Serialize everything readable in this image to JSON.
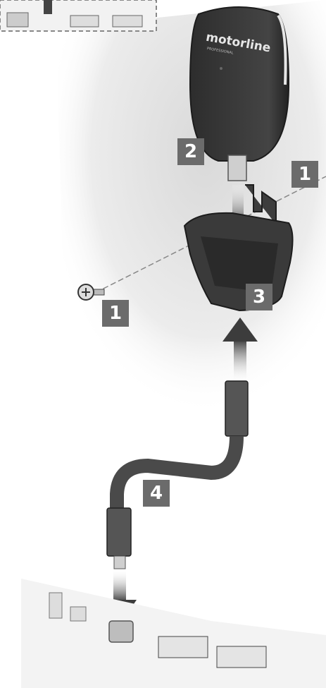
{
  "brand_text": "motorline",
  "brand_subtext": "PROFESSIONAL",
  "step_labels": {
    "step_1_left": "1",
    "step_1_right": "1",
    "step_2": "2",
    "step_3": "3",
    "step_4": "4"
  },
  "colors": {
    "badge": "#6b6b6b",
    "device_body": "#3a3a3a",
    "arrow": "#3c3c3c",
    "cable": "#555555",
    "wall": "#e8e8e8"
  }
}
